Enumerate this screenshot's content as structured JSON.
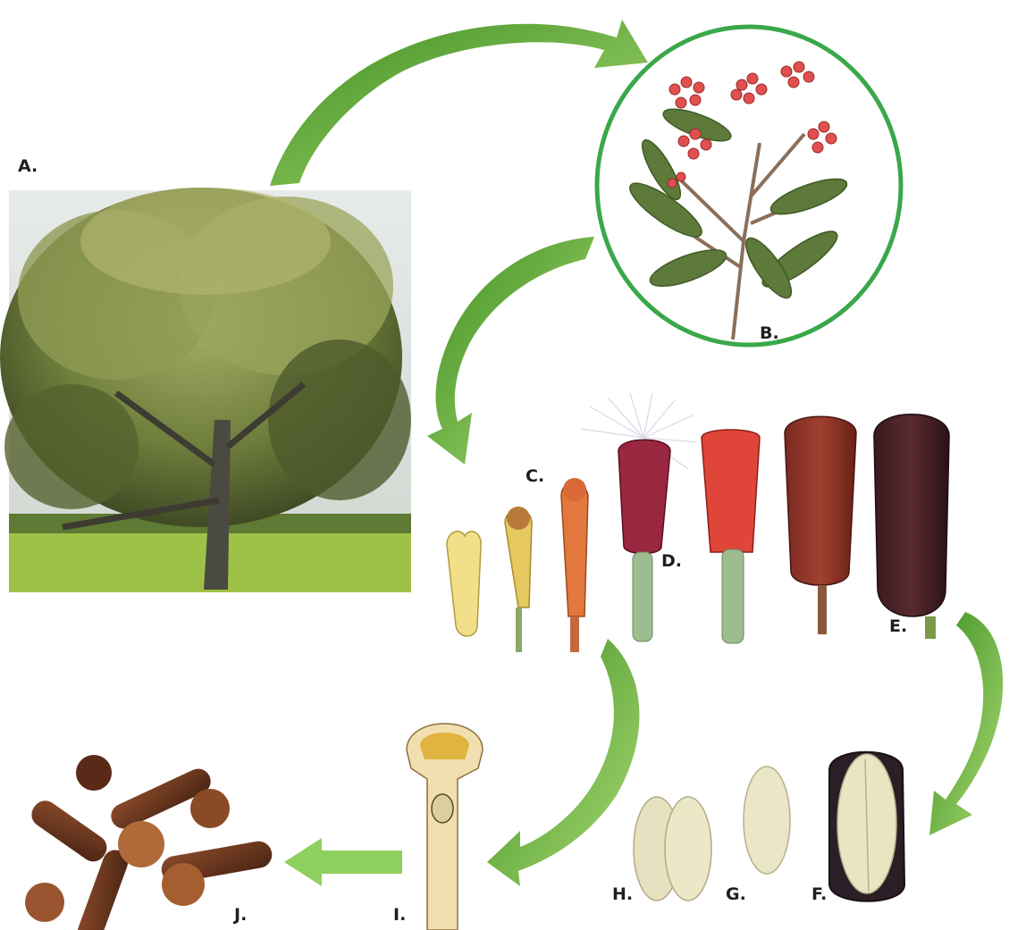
{
  "labels": {
    "a": "A.",
    "b": "B.",
    "c": "C.",
    "d": "D.",
    "e": "E.",
    "f": "F.",
    "g": "G.",
    "h": "H.",
    "i": "I.",
    "j": "J."
  },
  "colors": {
    "arrow_dark": "#4c9a2a",
    "arrow_light": "#9ed26a",
    "circle_border": "#3aa84a",
    "tree_foliage": "#8a9a4a",
    "sky": "#dfe4e0",
    "grass": "#9ec247",
    "flower_red": "#e0504f",
    "bud_red": "#8a2530",
    "clove_brown": "#6b3a22"
  }
}
